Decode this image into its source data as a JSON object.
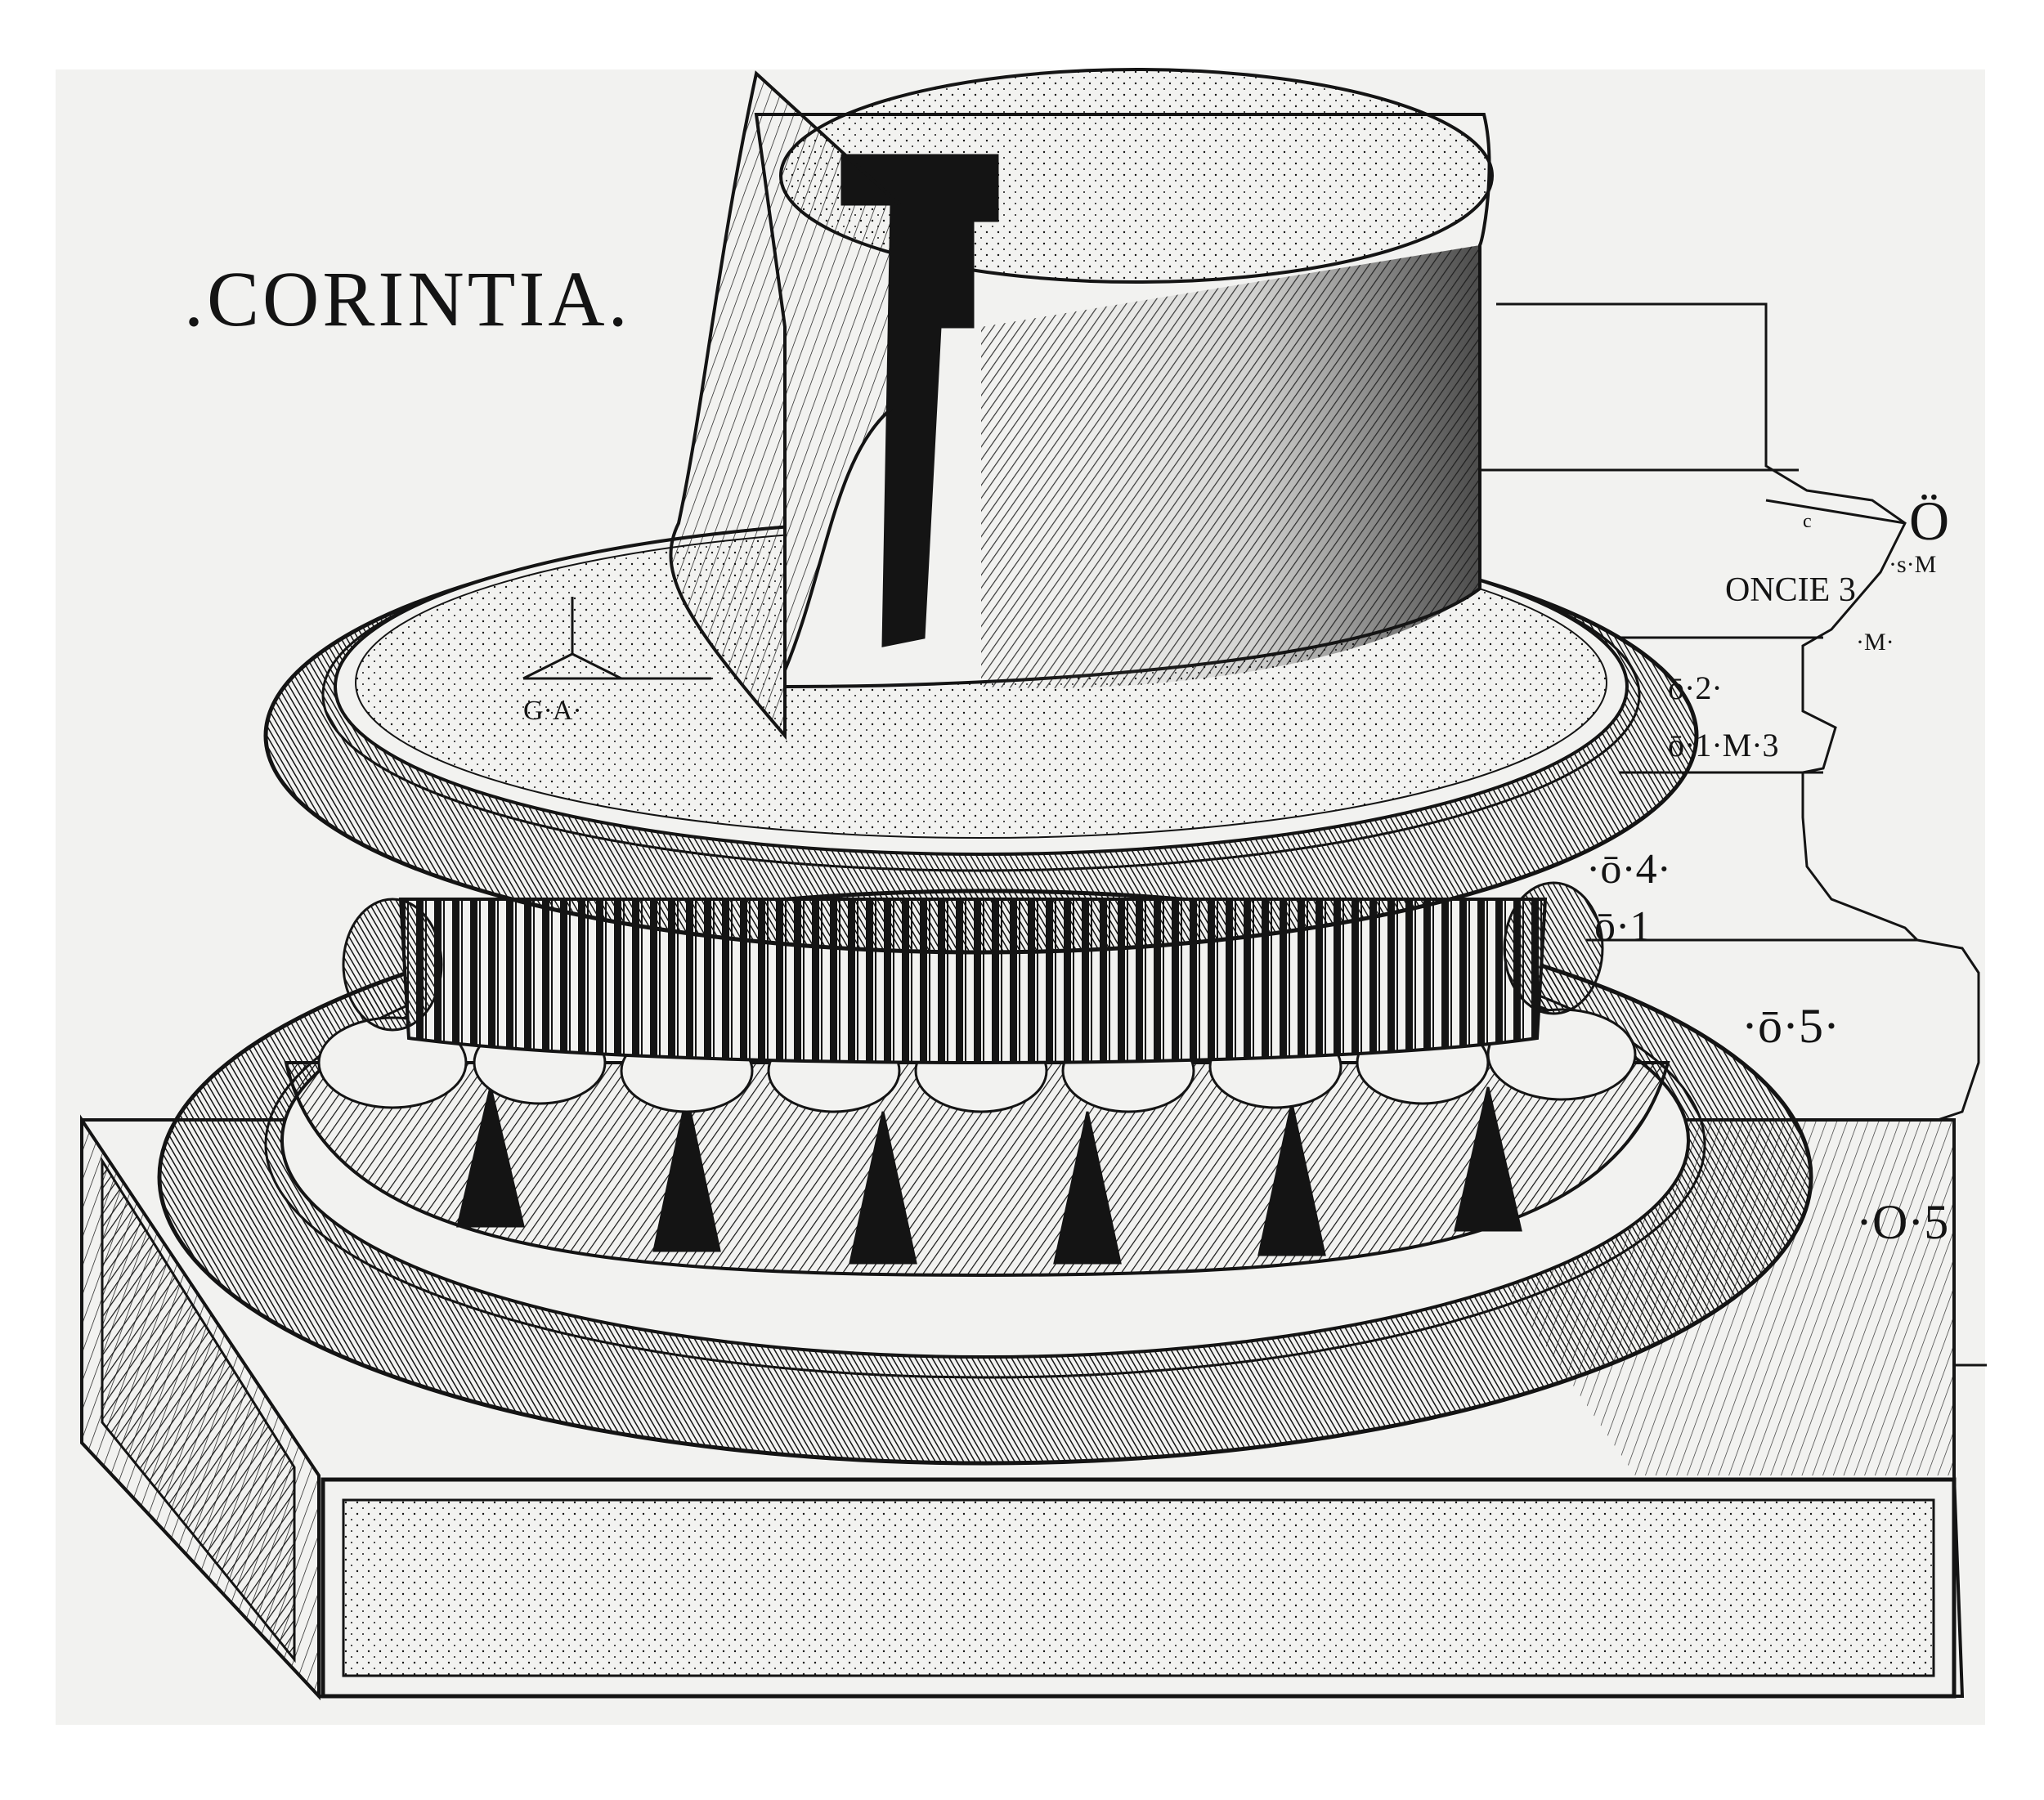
{
  "image": {
    "title": ".CORINTIA.",
    "engraver_mark": "G·A·",
    "measurement_labels": [
      {
        "id": "o-top",
        "text": "Ö"
      },
      {
        "id": "c",
        "text": "c"
      },
      {
        "id": "sm",
        "text": "·s·M"
      },
      {
        "id": "oncie",
        "text": "ONCIE 3"
      },
      {
        "id": "m",
        "text": "·M·"
      },
      {
        "id": "o2",
        "text": "ō·2·"
      },
      {
        "id": "o1m3",
        "text": "ō·1·M·3"
      },
      {
        "id": "o4",
        "text": "·ō·4·"
      },
      {
        "id": "o1",
        "text": "ō·1"
      },
      {
        "id": "o5a",
        "text": "·ō·5·"
      },
      {
        "id": "o5b",
        "text": "·O·5"
      }
    ],
    "colors": {
      "paper": "#f2f2f0",
      "ink": "#141414",
      "background": "#ffffff"
    }
  }
}
